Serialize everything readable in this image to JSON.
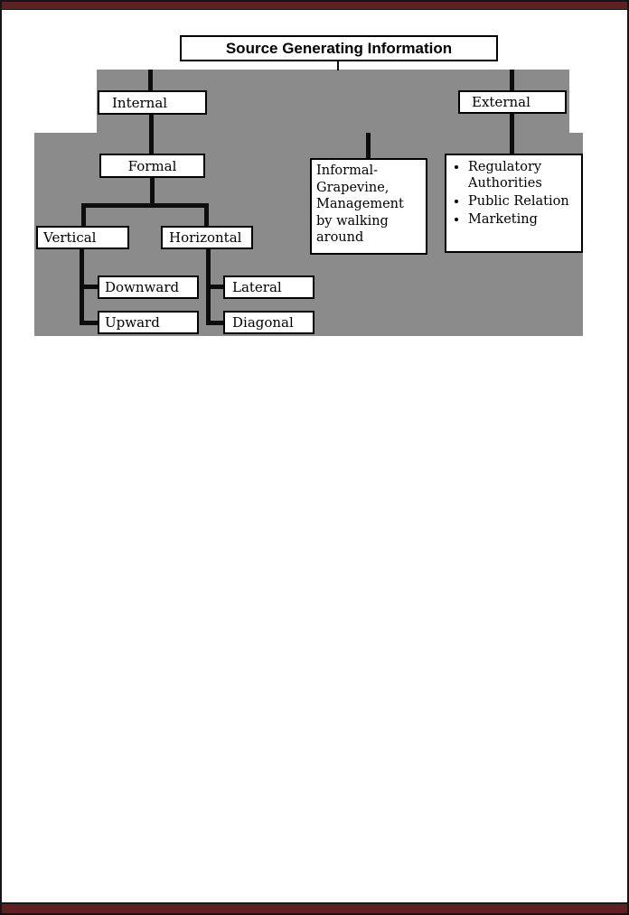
{
  "colors": {
    "accent_bar": "#5c2120",
    "panel_gray": "#8b8b8b",
    "line_black": "#0d0d0d"
  },
  "diagram": {
    "title": "Source Generating Information",
    "nodes": {
      "internal": "Internal",
      "external": "External",
      "formal": "Formal",
      "informal": "Informal-Grapevine, Management by walking around",
      "vertical": "Vertical",
      "horizontal": "Horizontal",
      "downward": "Downward",
      "upward": "Upward",
      "lateral": "Lateral",
      "diagonal": "Diagonal"
    },
    "external_box": {
      "items": [
        "Regulatory Authorities",
        "Public Relation",
        "Marketing"
      ]
    }
  }
}
